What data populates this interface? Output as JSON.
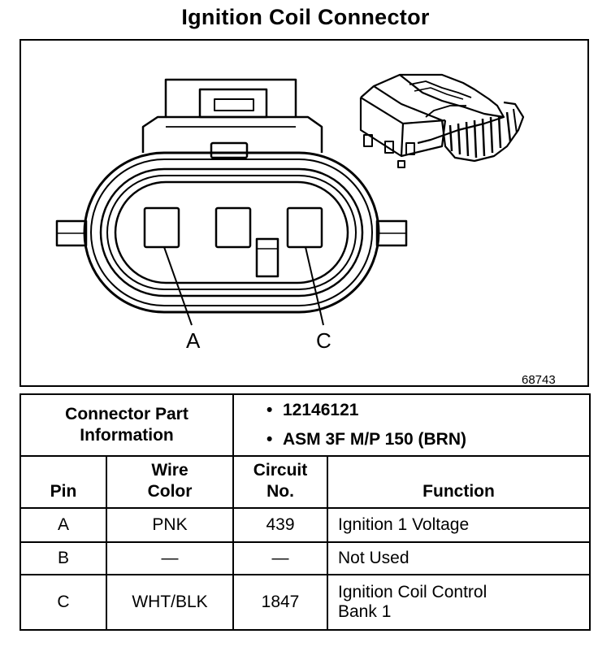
{
  "title": "Ignition Coil Connector",
  "figure_number": "68743",
  "pin_labels": [
    "A",
    "C"
  ],
  "connector_part_info": {
    "label_line1": "Connector Part",
    "label_line2": "Information",
    "part_number": "12146121",
    "description": "ASM 3F M/P 150 (BRN)"
  },
  "table": {
    "headers": {
      "pin": "Pin",
      "wire_color_line1": "Wire",
      "wire_color_line2": "Color",
      "circuit_line1": "Circuit",
      "circuit_line2": "No.",
      "function": "Function"
    },
    "rows": [
      {
        "pin": "A",
        "wire_color": "PNK",
        "circuit": "439",
        "function_line1": "Ignition 1 Voltage",
        "function_line2": ""
      },
      {
        "pin": "B",
        "wire_color": "—",
        "circuit": "—",
        "function_line1": "Not Used",
        "function_line2": ""
      },
      {
        "pin": "C",
        "wire_color": "WHT/BLK",
        "circuit": "1847",
        "function_line1": "Ignition Coil Control",
        "function_line2": "Bank 1"
      }
    ]
  }
}
